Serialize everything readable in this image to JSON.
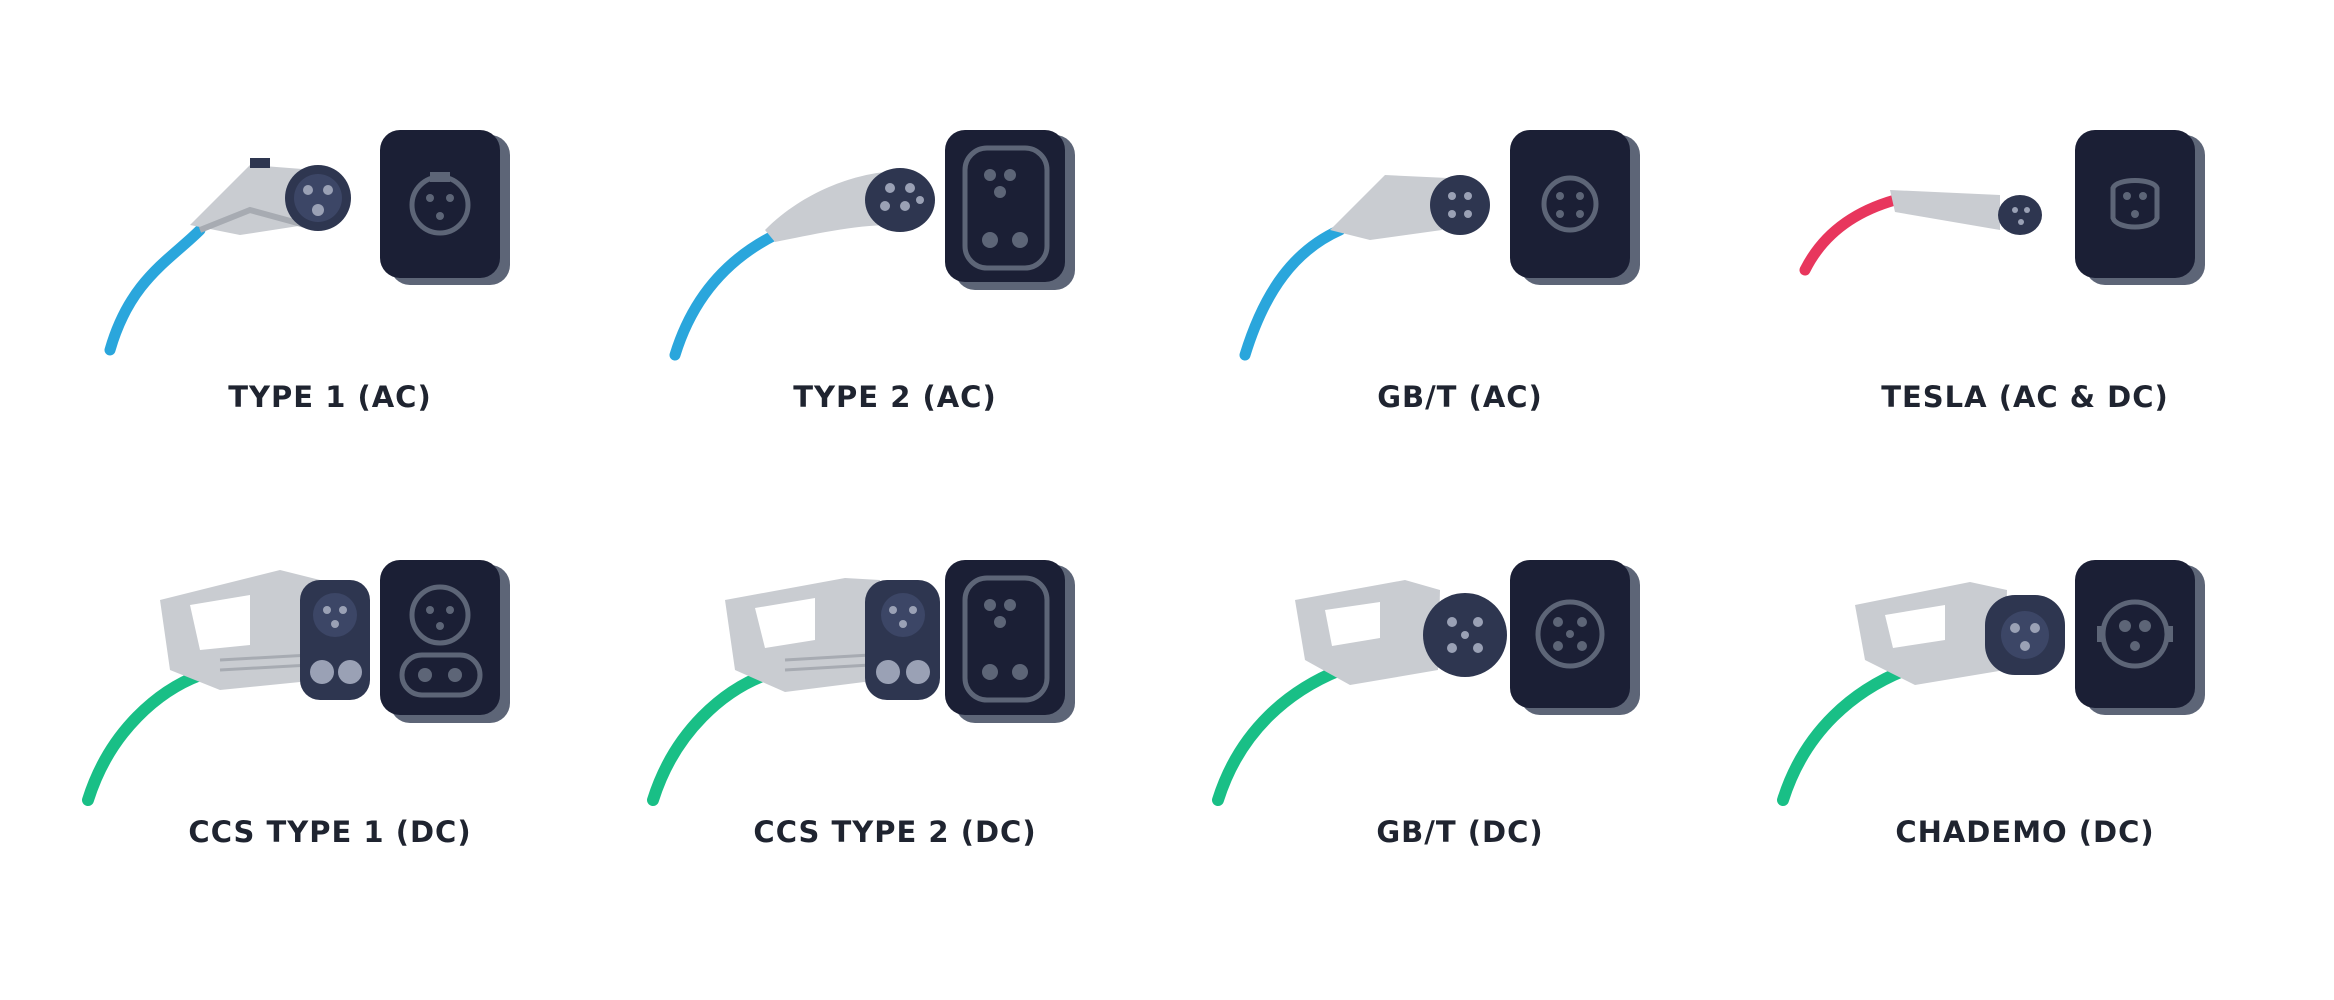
{
  "colors": {
    "cable_ac": "#2aa6dc",
    "cable_dc": "#19bf86",
    "cable_tesla": "#e8365d",
    "handle": "#c9ccd1",
    "handle_shade": "#a7abb2",
    "connector_head": "#2e3650",
    "socket_panel": "#1b1f35",
    "socket_edge": "#5d6577",
    "label_text": "#1f2430"
  },
  "connectors": [
    {
      "label": "TYPE 1 (AC)",
      "cable": "ac",
      "socket_icon": "type1-socket-icon"
    },
    {
      "label": "TYPE 2 (AC)",
      "cable": "ac",
      "socket_icon": "type2-socket-icon"
    },
    {
      "label": "GB/T (AC)",
      "cable": "ac",
      "socket_icon": "gbt-ac-socket-icon"
    },
    {
      "label": "TESLA (AC & DC)",
      "cable": "tesla",
      "socket_icon": "tesla-socket-icon"
    },
    {
      "label": "CCS TYPE 1 (DC)",
      "cable": "dc",
      "socket_icon": "ccs1-socket-icon"
    },
    {
      "label": "CCS TYPE 2 (DC)",
      "cable": "dc",
      "socket_icon": "ccs2-socket-icon"
    },
    {
      "label": "GB/T (DC)",
      "cable": "dc",
      "socket_icon": "gbt-dc-socket-icon"
    },
    {
      "label": "CHADEMO (DC)",
      "cable": "dc",
      "socket_icon": "chademo-socket-icon"
    }
  ]
}
